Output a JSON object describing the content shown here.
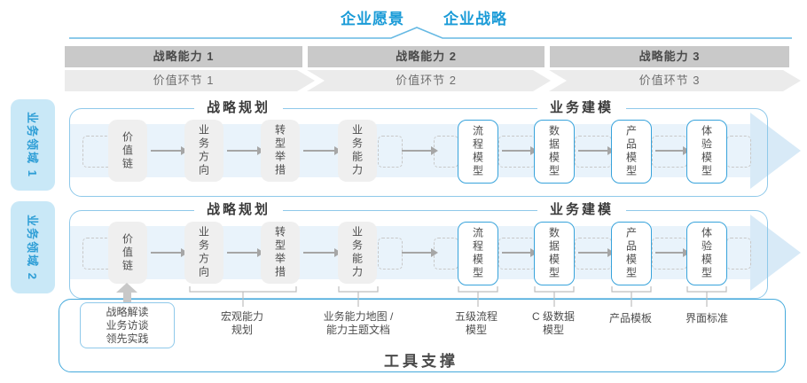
{
  "title": {
    "vision": "企业愿景",
    "strategy": "企业战略"
  },
  "capability_bars": [
    {
      "label": "战略能力 1"
    },
    {
      "label": "战略能力 2"
    },
    {
      "label": "战略能力 3"
    }
  ],
  "value_links": [
    {
      "label": "价值环节 1"
    },
    {
      "label": "价值环节 2"
    },
    {
      "label": "价值环节 3"
    }
  ],
  "domains": [
    {
      "label": "业务领域 1",
      "planning_header": "战略规划",
      "modeling_header": "业务建模",
      "planning_boxes": [
        "价值链",
        "业务方向",
        "转型举措",
        "业务能力"
      ],
      "modeling_boxes": [
        "流程模型",
        "数据模型",
        "产品模型",
        "体验模型"
      ]
    },
    {
      "label": "业务领域 2",
      "planning_header": "战略规划",
      "modeling_header": "业务建模",
      "planning_boxes": [
        "价值链",
        "业务方向",
        "转型举措",
        "业务能力"
      ],
      "modeling_boxes": [
        "流程模型",
        "数据模型",
        "产品模型",
        "体验模型"
      ]
    }
  ],
  "callouts": {
    "practice": [
      "战略解读",
      "业务访谈",
      "领先实践"
    ],
    "macro": [
      "宏观能力",
      "规划"
    ],
    "capability_map": [
      "业务能力地图 /",
      "能力主题文档"
    ],
    "process": [
      "五级流程",
      "模型"
    ],
    "data_model": [
      "C 级数据",
      "模型"
    ],
    "product": [
      "产品模板"
    ],
    "ui_standard": [
      "界面标准"
    ]
  },
  "footer": {
    "label": "工具支撑"
  },
  "colors": {
    "accent_blue": "#1a9bd7",
    "domain_label_fill": "#c9e8f7",
    "container_border": "#8fc9ea",
    "flow_band": "#e9f3fb",
    "flow_arrow": "#d8eaf7",
    "bar_gray": "#c9c9c9",
    "chevron_gray": "#ebebeb",
    "box_gray": "#efefef",
    "box_blue_border": "#38a3db",
    "footer_border": "#45aadc",
    "text_dark": "#4d4d4d"
  }
}
